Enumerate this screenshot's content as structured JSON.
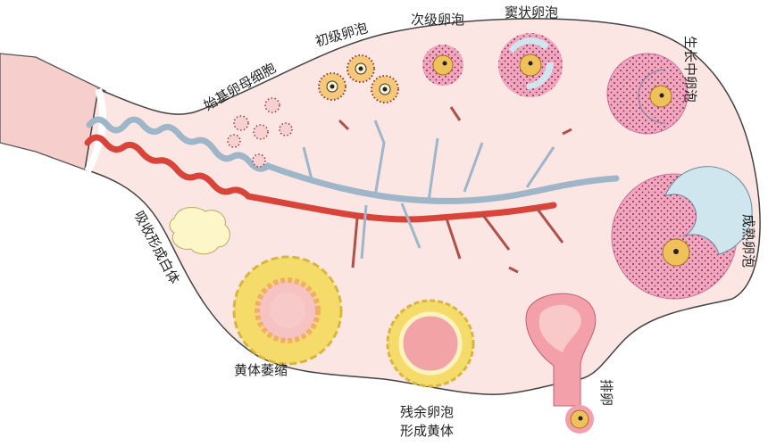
{
  "title": "卵巢周期示意图",
  "labels": {
    "primordial": "始基卵母细胞",
    "primary": "初级卵泡",
    "secondary": "次级卵泡",
    "antral": "窦状卵泡",
    "growing": "生长中卵泡",
    "mature": "成熟卵泡",
    "ovulation": "排卵",
    "corpus_luteum_line1": "残余卵泡",
    "corpus_luteum_line2": "形成黄体",
    "luteal_atrophy": "黄体萎缩",
    "corpus_albicans": "吸收形成白体"
  },
  "colors": {
    "ovary": "#fbe6e4",
    "outline": "#4a4a4a",
    "artery": "#d9443a",
    "vein": "#9fb6c9",
    "follicle_pink": "#e57aa0",
    "oocyte": "#f0c15a",
    "antrum": "#cfe6ef",
    "corpus_luteum": "#f5dc6a"
  }
}
